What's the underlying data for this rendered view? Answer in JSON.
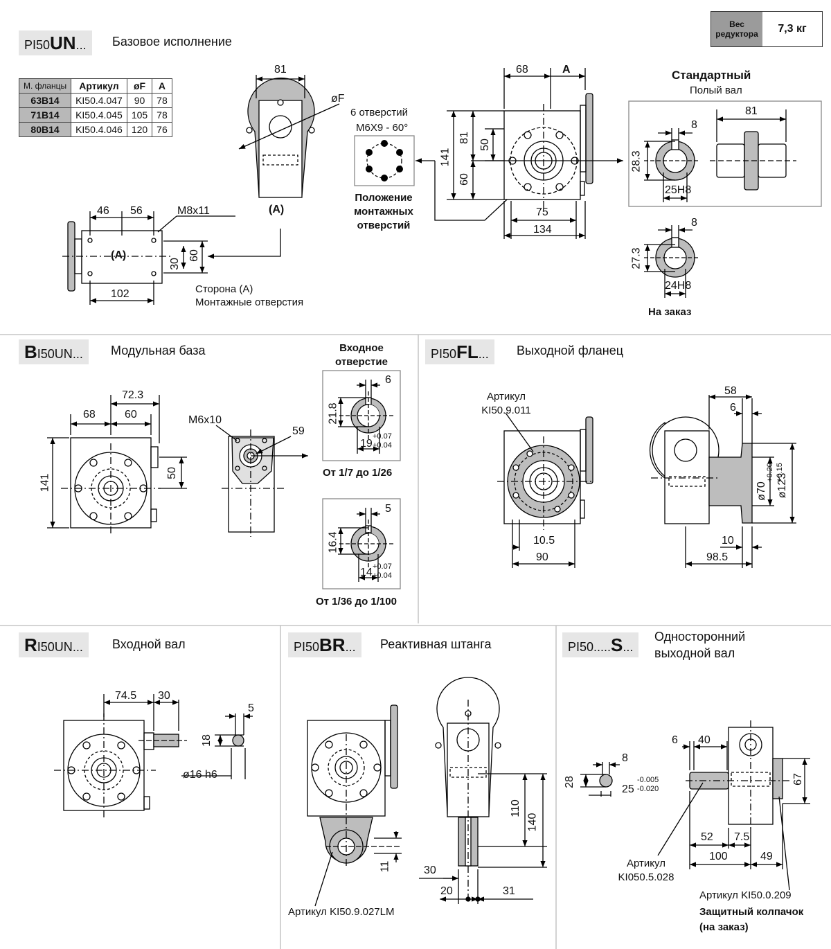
{
  "weight": {
    "label": "Вес редуктора",
    "value": "7,3 кг"
  },
  "base": {
    "prefix": "PI50",
    "code": "UN",
    "suffix": "...",
    "desc": "Базовое исполнение",
    "table": {
      "headers": [
        "М. фланцы",
        "Артикул",
        "øF",
        "A"
      ],
      "rows": [
        [
          "63B14",
          "KI50.4.047",
          "90",
          "78"
        ],
        [
          "71B14",
          "KI50.4.045",
          "105",
          "78"
        ],
        [
          "80B14",
          "KI50.4.046",
          "120",
          "76"
        ]
      ]
    },
    "dims": {
      "d81": "81",
      "dF": "øF",
      "d46": "46",
      "d56": "56",
      "m8": "M8x11",
      "d30": "30",
      "d60": "60",
      "d102": "102",
      "a": "(A)",
      "aTop": "(A)",
      "holes6": "6 отверстий",
      "m6x9": "M6X9 - 60°",
      "holesPos": "Положение монтажных отверстий",
      "sideA": "Сторона (A)",
      "mountHoles": "Монтажные отверстия",
      "d68": "68",
      "dA": "A",
      "d141": "141",
      "d81v": "81",
      "d50": "50",
      "d60v": "60",
      "d75": "75",
      "d134": "134",
      "std": "Стандартный",
      "hollow": "Полый вал",
      "d8": "8",
      "d283": "28.3",
      "d25h8": "25H8",
      "d81b": "81",
      "d8b": "8",
      "d273": "27.3",
      "d24h8": "24H8",
      "onOrder": "На заказ"
    }
  },
  "modular": {
    "prefix": "B",
    "code": "I50UN",
    "suffix": "...",
    "desc": "Модульная база",
    "dims": {
      "d723": "72.3",
      "d68": "68",
      "d60": "60",
      "d141": "141",
      "d50": "50",
      "m6x10": "M6x10",
      "d59": "59",
      "inTitle": "Входное отверстие",
      "d6": "6",
      "d218": "21.8",
      "d19": "19",
      "tol1": "+0.07",
      "tol2": "+0.04",
      "r1": "От 1/7 до 1/26",
      "d5": "5",
      "d164": "16.4",
      "d14": "14",
      "r2": "От 1/36 до 1/100"
    }
  },
  "flange": {
    "prefix": "PI50",
    "code": "FL",
    "suffix": "...",
    "desc": "Выходной фланец",
    "dims": {
      "art": "Артикул",
      "artNo": "KI50.9.011",
      "d58": "58",
      "d6": "6",
      "d70": "ø70",
      "tolA": "+0.20",
      "tolB": "+0.15",
      "d123": "ø123",
      "d105": "10.5",
      "d90": "90",
      "d10": "10",
      "d985": "98.5"
    }
  },
  "inshaft": {
    "prefix": "R",
    "code": "I50UN",
    "suffix": "...",
    "desc": "Входной вал",
    "dims": {
      "d745": "74.5",
      "d30": "30",
      "d5": "5",
      "d18": "18",
      "d16": "ø16 h6"
    }
  },
  "torque": {
    "prefix": "PI50",
    "code": "BR",
    "suffix": "...",
    "desc": "Реактивная штанга",
    "dims": {
      "d11": "11",
      "d110": "110",
      "d140": "140",
      "d30": "30",
      "d20": "20",
      "d31": "31",
      "art": "Артикул KI50.9.027LM"
    }
  },
  "single": {
    "prefix": "PI50.....",
    "code": "S",
    "suffix": "...",
    "desc": "Односторонний выходной вал",
    "dims": {
      "d8": "8",
      "d28": "28",
      "d25": "25",
      "tolA": "-0.005",
      "tolB": "-0.020",
      "d6": "6",
      "d40": "40",
      "d67": "67",
      "d52": "52",
      "d75": "7.5",
      "d100": "100",
      "d49": "49",
      "art1": "Артикул",
      "art1No": "KI050.5.028",
      "art2": "Артикул KI50.0.209",
      "cap": "Защитный колпачок",
      "capOrder": "(на заказ)"
    }
  }
}
